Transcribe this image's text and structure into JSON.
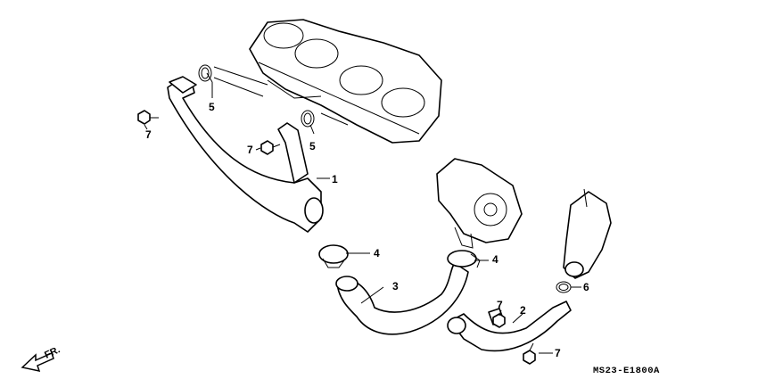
{
  "callouts": {
    "c1": "1",
    "c2": "2",
    "c3": "3",
    "c4a": "4",
    "c4b": "4",
    "c5a": "5",
    "c5b": "5",
    "c6": "6",
    "c7a": "7",
    "c7b": "7",
    "c7c": "7",
    "c7d": "7"
  },
  "direction_marker": "FR.",
  "diagram_code": "MS23-E1800A"
}
